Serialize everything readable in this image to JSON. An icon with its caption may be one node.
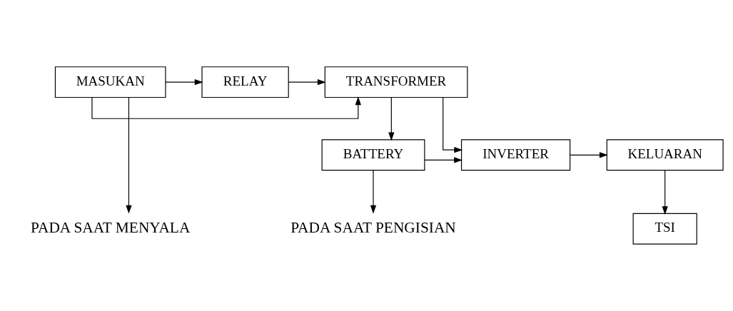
{
  "diagram": {
    "nodes": [
      {
        "text": [
          "MASUKAN"
        ]
      },
      {
        "text": [
          "RELAY"
        ]
      },
      {
        "text": [
          "TRANSFORMER"
        ]
      },
      {
        "text": [
          "KELUARAN"
        ]
      },
      {
        "text": [
          "BATTERY"
        ]
      },
      {
        "text": [
          "INVERTER"
        ]
      },
      {
        "text": [
          "TSI"
        ]
      },
      {
        "text": [
          "PADA SAAT MENYALA"
        ]
      },
      {
        "text": [
          "PADA SAAT PENGISIAN"
        ]
      }
    ],
    "edges": [
      {
        "from": 0,
        "to": 1,
        "arrow": "to"
      },
      {
        "from": 1,
        "to": 2,
        "arrow": "to"
      },
      {
        "from": 0,
        "to": 2,
        "arrow": "to"
      },
      {
        "from": 0,
        "to": 7,
        "arrow": "to"
      },
      {
        "from": 2,
        "to": 4,
        "arrow": "to"
      },
      {
        "from": 2,
        "to": 5,
        "arrow": "to"
      },
      {
        "from": 4,
        "to": 5,
        "arrow": "to"
      },
      {
        "from": 4,
        "to": 8,
        "arrow": "to"
      },
      {
        "from": 5,
        "to": 3,
        "arrow": "to"
      },
      {
        "from": 3,
        "to": 6,
        "arrow": "to"
      }
    ]
  }
}
